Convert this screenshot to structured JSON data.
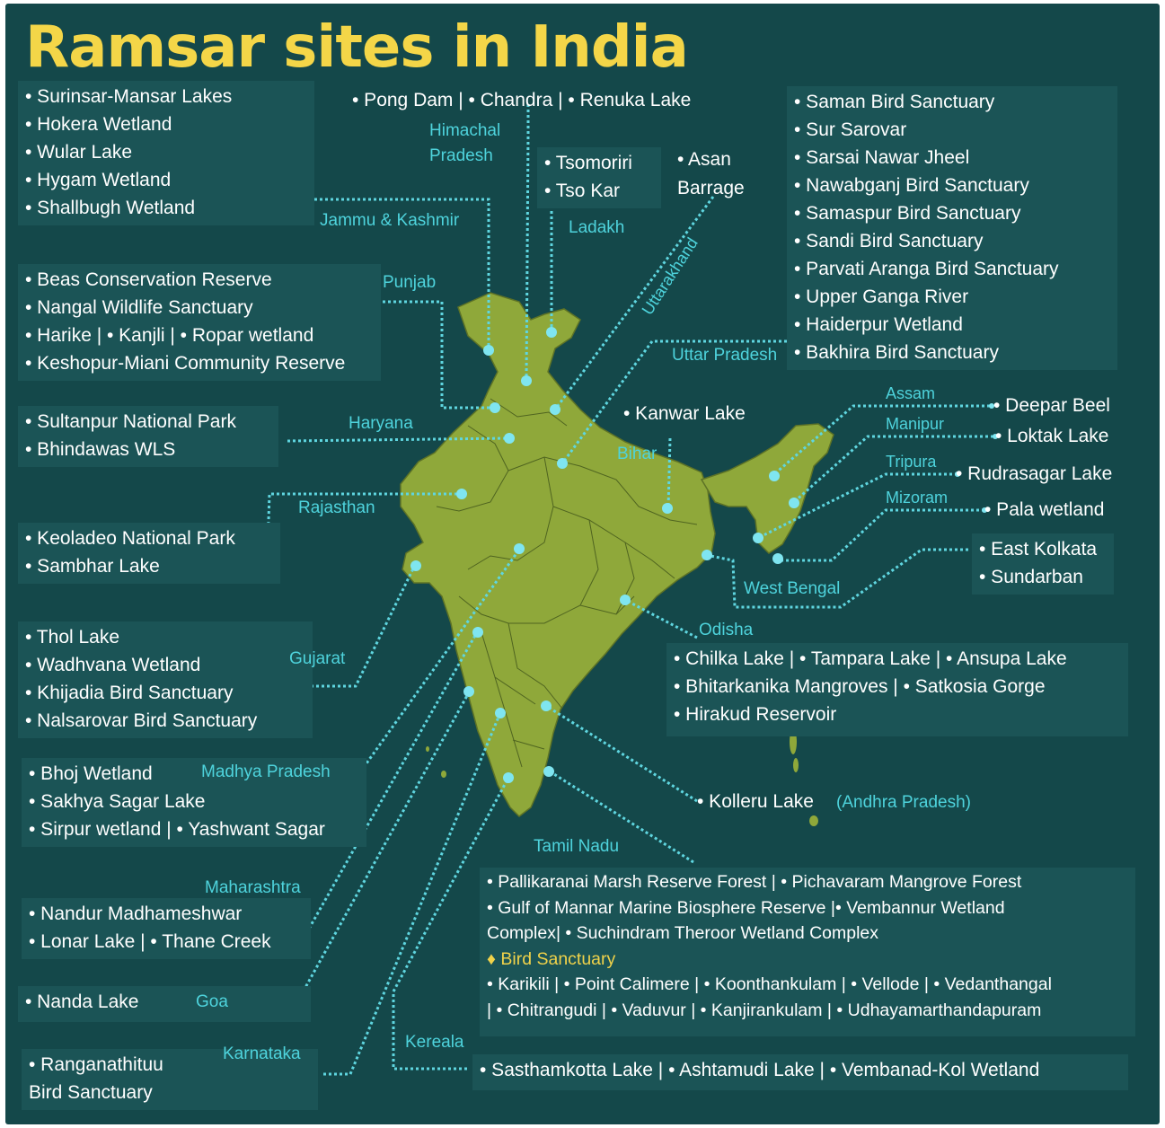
{
  "title": "Ramsar sites in India",
  "colors": {
    "background": "#14484a",
    "title": "#f4d648",
    "state_label": "#4ed3dc",
    "map_fill": "#8fa83a",
    "marker": "#7fe5f0"
  },
  "jk": {
    "state": "Jammu & Kashmir",
    "sites": [
      "• Surinsar-Mansar Lakes",
      "• Hokera Wetland",
      "• Wular Lake",
      "• Hygam Wetland",
      "• Shallbugh Wetland"
    ]
  },
  "hp": {
    "state_line1": "Himachal",
    "state_line2": "Pradesh",
    "sites": "• Pong Dam  |  • Chandra   |  • Renuka Lake"
  },
  "ladakh": {
    "state": "Ladakh",
    "sites": [
      "• Tsomoriri",
      "• Tso Kar"
    ]
  },
  "uttarakhand": {
    "state": "Uttarakhand",
    "site_line1": "• Asan",
    "site_line2": "Barrage"
  },
  "up": {
    "state": "Uttar Pradesh",
    "sites": [
      "• Saman Bird Sanctuary",
      "• Sur Sarovar",
      "• Sarsai Nawar Jheel",
      "• Nawabganj Bird Sanctuary",
      "• Samaspur Bird Sanctuary",
      "• Sandi Bird Sanctuary",
      "• Parvati Aranga Bird Sanctuary",
      "• Upper Ganga River",
      "• Haiderpur Wetland",
      "• Bakhira Bird Sanctuary"
    ]
  },
  "punjab": {
    "state": "Punjab",
    "sites": [
      "• Beas Conservation Reserve",
      "• Nangal Wildlife Sanctuary",
      "• Harike  |  • Kanjli  |  • Ropar wetland",
      "• Keshopur-Miani Community Reserve"
    ]
  },
  "haryana": {
    "state": "Haryana",
    "sites": [
      "• Sultanpur National Park",
      "• Bhindawas WLS"
    ]
  },
  "rajasthan": {
    "state": "Rajasthan",
    "sites": [
      "• Keoladeo National Park",
      "• Sambhar Lake"
    ]
  },
  "gujarat": {
    "state": "Gujarat",
    "sites": [
      "• Thol Lake",
      "• Wadhvana Wetland",
      "• Khijadia Bird Sanctuary",
      "• Nalsarovar Bird Sanctuary"
    ]
  },
  "mp": {
    "state": "Madhya Pradesh",
    "sites": [
      "• Bhoj Wetland",
      "• Sakhya Sagar Lake",
      "• Sirpur wetland  |  • Yashwant Sagar"
    ]
  },
  "maharashtra": {
    "state": "Maharashtra",
    "sites": [
      "• Nandur Madhameshwar",
      "• Lonar Lake  |  • Thane Creek"
    ]
  },
  "goa": {
    "state": "Goa",
    "sites": [
      "• Nanda Lake"
    ]
  },
  "karnataka": {
    "state": "Karnataka",
    "site_line1": "• Ranganathituu",
    "site_line2": "Bird Sanctuary"
  },
  "kerala": {
    "state": "Kereala",
    "sites": "• Sasthamkotta Lake  |  • Ashtamudi Lake   |  • Vembanad-Kol Wetland"
  },
  "tn": {
    "state": "Tamil Nadu",
    "line1": "• Pallikaranai Marsh Reserve Forest  |  • Pichavaram Mangrove Forest",
    "line2": "• Gulf of Mannar Marine Biosphere Reserve  |• Vembannur Wetland",
    "line3": "Complex|  • Suchindram Theroor Wetland Complex",
    "bird_heading": "♦ Bird Sanctuary",
    "line4": "• Karikili  |  • Point Calimere  |  • Koonthankulam  |  • Vellode  |  • Vedanthangal",
    "line5": "|  • Chitrangudi  |  • Vaduvur  |  • Kanjirankulam  |  • Udhayamarthandapuram"
  },
  "ap": {
    "state": "(Andhra  Pradesh)",
    "site": "• Kolleru Lake"
  },
  "odisha": {
    "state": "Odisha",
    "sites": [
      "• Chilka Lake  |  • Tampara Lake   |  • Ansupa Lake",
      "• Bhitarkanika Mangroves  |  •  Satkosia Gorge",
      "• Hirakud Reservoir"
    ]
  },
  "bihar": {
    "state": "Bihar",
    "site": "• Kanwar Lake"
  },
  "wb": {
    "state": "West Bengal",
    "sites": [
      "• East Kolkata",
      "• Sundarban"
    ]
  },
  "assam": {
    "state": "Assam",
    "site": "• Deepar Beel"
  },
  "manipur": {
    "state": "Manipur",
    "site": "• Loktak Lake"
  },
  "tripura": {
    "state": "Tripura",
    "site": "• Rudrasagar Lake"
  },
  "mizoram": {
    "state": "Mizoram",
    "site": "• Pala wetland"
  }
}
